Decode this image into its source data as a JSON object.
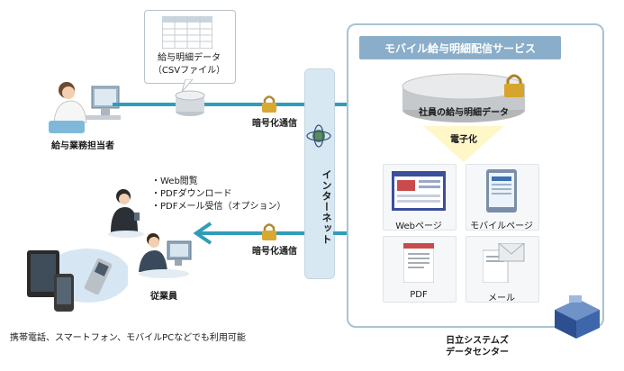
{
  "csv_label": [
    "給与明細データ",
    "（CSVファイル）"
  ],
  "payroll_staff": "給与業務担当者",
  "encrypted_top": "暗号化通信",
  "encrypted_bottom": "暗号化通信",
  "internet": "インターネット",
  "service_title": "モバイル給与明細配信サービス",
  "employee_data": "社員の給与明細データ",
  "digitize": "電子化",
  "outputs": [
    "Webページ",
    "モバイルページ",
    "PDF",
    "メール"
  ],
  "features": [
    "・Web閲覧",
    "・PDFダウンロード",
    "・PDFメール受信（オプション）"
  ],
  "employees": "従業員",
  "devices_note": "携帯電話、スマートフォン、モバイルPCなどでも利用可能",
  "datacenter": [
    "日立システムズ",
    "データセンター"
  ]
}
